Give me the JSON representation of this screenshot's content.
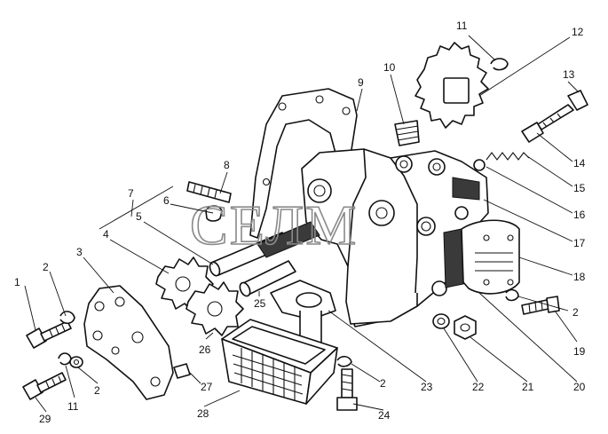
{
  "watermark": "СЕЛМ",
  "callouts": [
    {
      "id": "1",
      "label": "1"
    },
    {
      "id": "2a",
      "label": "2"
    },
    {
      "id": "2b",
      "label": "2"
    },
    {
      "id": "2c",
      "label": "2"
    },
    {
      "id": "2d",
      "label": "2"
    },
    {
      "id": "3",
      "label": "3"
    },
    {
      "id": "4",
      "label": "4"
    },
    {
      "id": "5",
      "label": "5"
    },
    {
      "id": "6",
      "label": "6"
    },
    {
      "id": "7",
      "label": "7"
    },
    {
      "id": "8",
      "label": "8"
    },
    {
      "id": "9",
      "label": "9"
    },
    {
      "id": "10",
      "label": "10"
    },
    {
      "id": "11a",
      "label": "11"
    },
    {
      "id": "11b",
      "label": "11"
    },
    {
      "id": "12",
      "label": "12"
    },
    {
      "id": "13",
      "label": "13"
    },
    {
      "id": "14",
      "label": "14"
    },
    {
      "id": "15",
      "label": "15"
    },
    {
      "id": "16",
      "label": "16"
    },
    {
      "id": "17",
      "label": "17"
    },
    {
      "id": "18",
      "label": "18"
    },
    {
      "id": "19",
      "label": "19"
    },
    {
      "id": "20",
      "label": "20"
    },
    {
      "id": "21",
      "label": "21"
    },
    {
      "id": "22",
      "label": "22"
    },
    {
      "id": "23",
      "label": "23"
    },
    {
      "id": "24",
      "label": "24"
    },
    {
      "id": "25",
      "label": "25"
    },
    {
      "id": "26",
      "label": "26"
    },
    {
      "id": "27",
      "label": "27"
    },
    {
      "id": "28",
      "label": "28"
    },
    {
      "id": "29",
      "label": "29"
    }
  ]
}
